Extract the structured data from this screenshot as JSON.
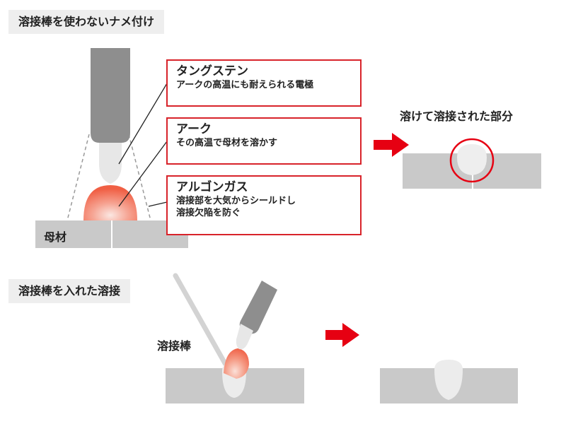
{
  "section1": {
    "title": "溶接棒を使わないナメ付け",
    "base_metal_label": "母材",
    "melted_label": "溶けて溶接された部分",
    "callouts": [
      {
        "title": "タングステン",
        "lines": [
          "アークの高温にも耐えられる電極"
        ]
      },
      {
        "title": "アーク",
        "lines": [
          "その高温で母材を溶かす"
        ]
      },
      {
        "title": "アルゴンガス",
        "lines": [
          "溶接部を大気からシールドし",
          "溶接欠陥を防ぐ"
        ]
      }
    ]
  },
  "section2": {
    "title": "溶接棒を入れた溶接",
    "rod_label": "溶接棒"
  },
  "colors": {
    "accent_red": "#e60012",
    "box_border": "#d8232a",
    "metal_gray": "#c9c9c9",
    "electrode_gray": "#8e8e8e",
    "arc_red": "#f15a40"
  },
  "icons": [
    "right-arrow-icon"
  ]
}
